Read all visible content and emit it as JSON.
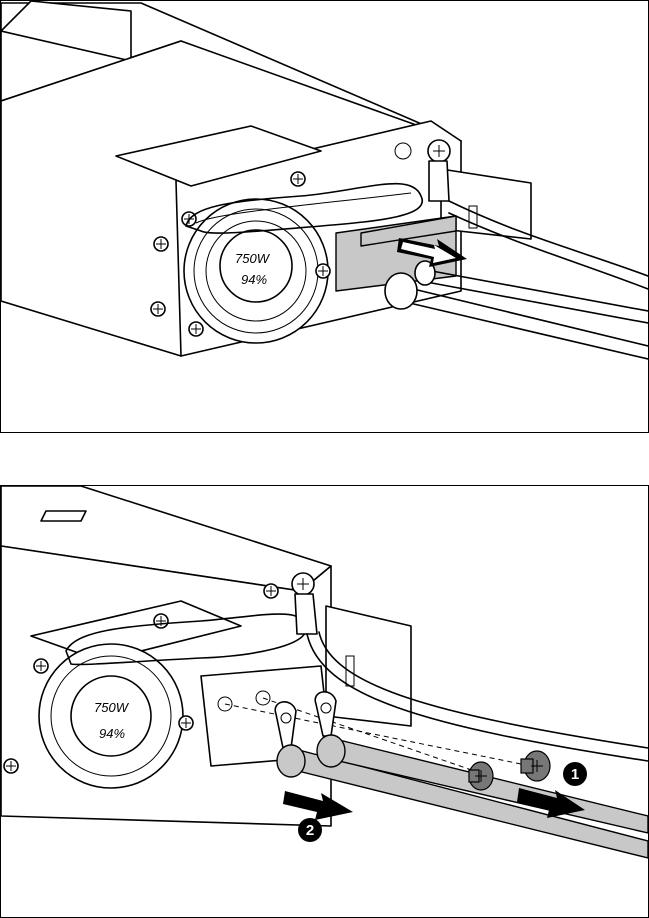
{
  "panel_1": {
    "fan_rating": "750W",
    "fan_efficiency": "94%"
  },
  "panel_2": {
    "fan_rating": "750W",
    "fan_efficiency": "94%",
    "step_1": "1",
    "step_2": "2"
  },
  "colors": {
    "outline": "#000000",
    "connector_gray": "#c8c8c8",
    "callout": "#000000"
  }
}
